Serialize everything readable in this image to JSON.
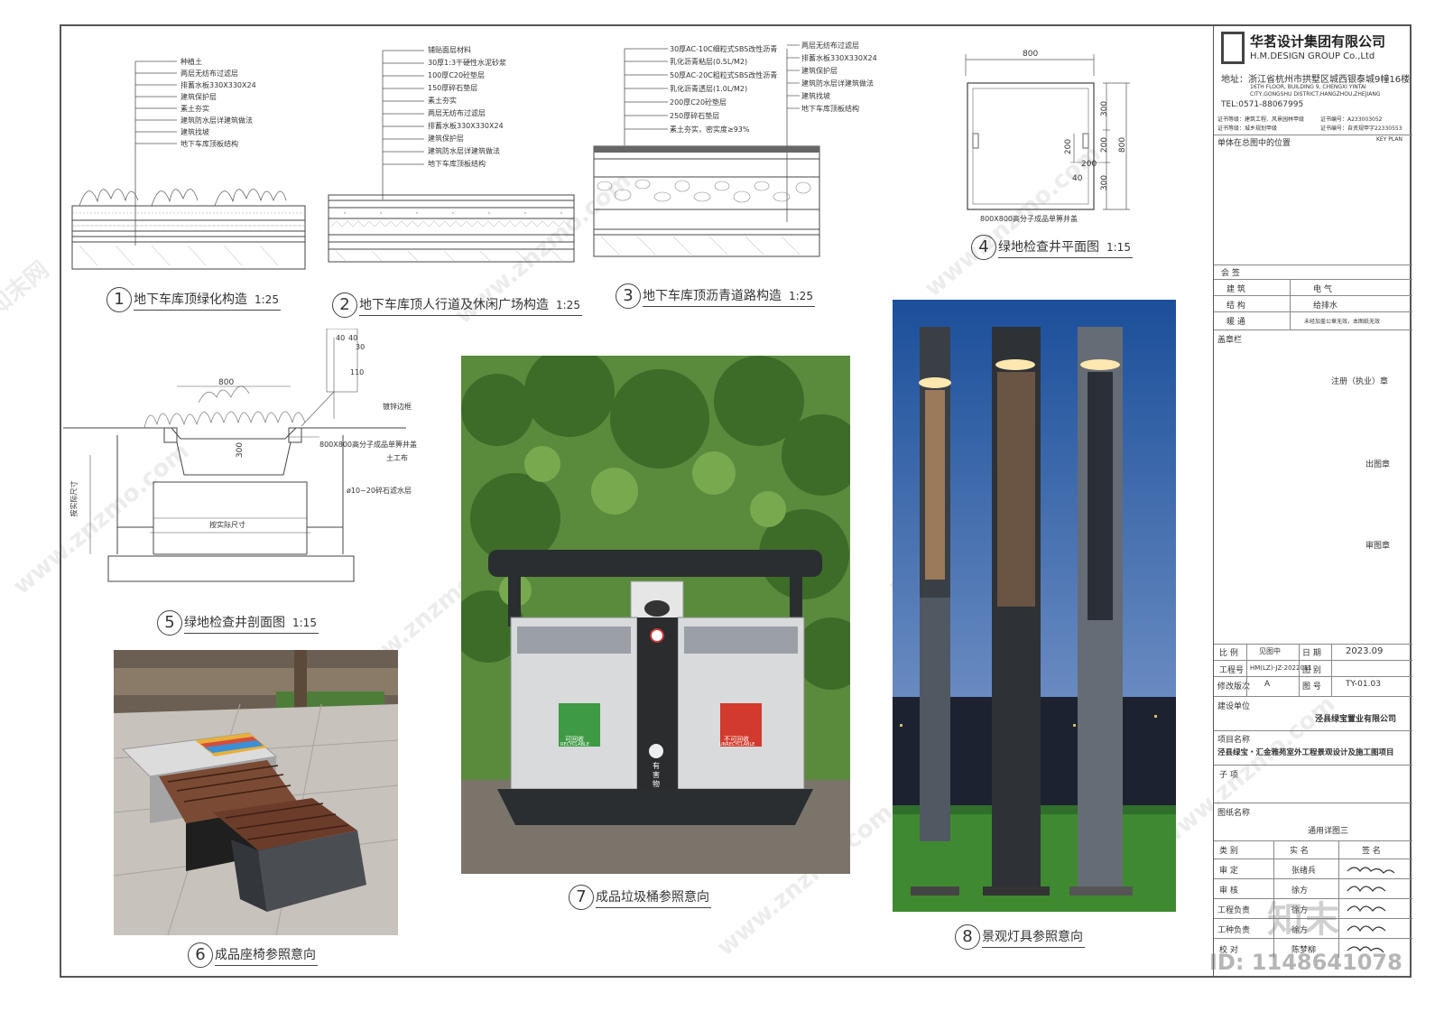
{
  "company": {
    "name_cn": "华茗设计集团有限公司",
    "name_en": "H.M.DESIGN GROUP Co.,Ltd",
    "address_cn": "地址：浙江省杭州市拱墅区城西银泰城9幢16楼",
    "address_en1": "16TH FLOOR, BUILDING 9, CHENGXI YINTAI",
    "address_en2": "CITY,GONGSHU DISTRICT,HANGZHOU,ZHEJIANG",
    "tel": "TEL:0571-88067995",
    "cert1": "证书等级：建筑工程、风景园林甲级",
    "cert2": "证书编号：A233003052",
    "cert3": "证书等级：城乡规划甲级",
    "cert4": "证书编号：自资规甲字22330553"
  },
  "titleblock": {
    "location_label": "单体在总图中的位置",
    "keyplan": "KEY PLAN",
    "countersign": "会 签",
    "arch": "建 筑",
    "elec": "电 气",
    "struct": "结 构",
    "plumb": "给排水",
    "hvac": "暖 通",
    "note": "未经加盖公章无效，本图纸无效",
    "stamp_area": "盖章栏",
    "reg_stamp": "注册（执业）章",
    "out_stamp": "出图章",
    "review_stamp": "审图章",
    "scale_label": "比 例",
    "scale_value": "见图中",
    "date_label": "日 期",
    "date_value": "2023.09",
    "proj_no_label": "工程号",
    "proj_no_value": "HM(LZ)-JZ-2022011",
    "drawing_cat_label": "图 别",
    "revision_label": "修改版次",
    "revision_value": "A",
    "drawing_no_label": "图 号",
    "drawing_no_value": "TY-01.03",
    "client_label": "建设单位",
    "client_value": "泾县绿宝置业有限公司",
    "project_label": "项目名称",
    "project_value": "泾县绿宝・汇金雅苑室外工程景观设计及施工图项目",
    "subitem_label": "子 项",
    "drawing_name_label": "图纸名称",
    "drawing_name_value": "通用详图三",
    "col_type": "类 别",
    "col_name": "实 名",
    "col_sign": "签 名",
    "rows": [
      {
        "role": "审 定",
        "name": "张绪兵"
      },
      {
        "role": "审 核",
        "name": "徐方"
      },
      {
        "role": "工程负责",
        "name": "徐方"
      },
      {
        "role": "工种负责",
        "name": "徐方"
      },
      {
        "role": "校 对",
        "name": "陈梦柳"
      }
    ]
  },
  "details": [
    {
      "num": "1",
      "title": "地下车库顶绿化构造",
      "scale": "1:25",
      "labels": [
        "种植土",
        "两层无纺布过滤层",
        "排蓄水板330X330X24",
        "建筑保护层",
        "素土夯实",
        "建筑防水层详建筑做法",
        "建筑找坡",
        "地下车库顶板结构"
      ]
    },
    {
      "num": "2",
      "title": "地下车库顶人行道及休闲广场构造",
      "scale": "1:25",
      "labels": [
        "铺贴面层材料",
        "30厚1:3干硬性水泥砂浆",
        "100厚C20砼垫层",
        "150厚碎石垫层",
        "素土夯实",
        "两层无纺布过滤层",
        "排蓄水板330X330X24",
        "建筑保护层",
        "建筑防水层详建筑做法",
        "地下车库顶板结构"
      ]
    },
    {
      "num": "3",
      "title": "地下车库顶沥青道路构造",
      "scale": "1:25",
      "labels_left": [
        "30厚AC-10C细粒式SBS改性沥青",
        "乳化沥青粘层(0.5L/M2)",
        "50厚AC-20C粗粒式SBS改性沥青",
        "乳化沥青透层(1.0L/M2)",
        "200厚C20砼垫层",
        "250厚碎石垫层",
        "素土夯实，密实度≥93%"
      ],
      "labels_right": [
        "两层无纺布过滤层",
        "排蓄水板330X330X24",
        "建筑保护层",
        "建筑防水层详建筑做法",
        "建筑找坡",
        "地下车库顶板结构"
      ]
    },
    {
      "num": "4",
      "title": "绿地检查井平面图",
      "scale": "1:15",
      "dims": [
        "800",
        "300",
        "200",
        "200",
        "300",
        "800",
        "40",
        "200"
      ],
      "note": "800X800高分子成品单箅井盖"
    },
    {
      "num": "5",
      "title": "绿地检查井剖面图",
      "scale": "1:15",
      "dims": [
        "800",
        "300",
        "110",
        "40",
        "40",
        "30"
      ],
      "labels": [
        "镀锌边框",
        "800X800高分子成品单箅井盖",
        "土工布",
        "ø10~20碎石滤水层"
      ],
      "dim_text": [
        "按实际尺寸",
        "按实际尺寸"
      ]
    },
    {
      "num": "6",
      "title": "成品座椅参照意向"
    },
    {
      "num": "7",
      "title": "成品垃圾桶参照意向",
      "bin_left": "可回收",
      "bin_right": "不可回收",
      "bin_mid": "有害物",
      "bin_left_en": "RECYCLABLE",
      "bin_right_en": "UNRECYCLABLE"
    },
    {
      "num": "8",
      "title": "景观灯具参照意向"
    }
  ],
  "watermark": {
    "site": "www.znzmo.com",
    "brand": "知末网",
    "id": "ID: 1148641078",
    "logo": "知末"
  }
}
